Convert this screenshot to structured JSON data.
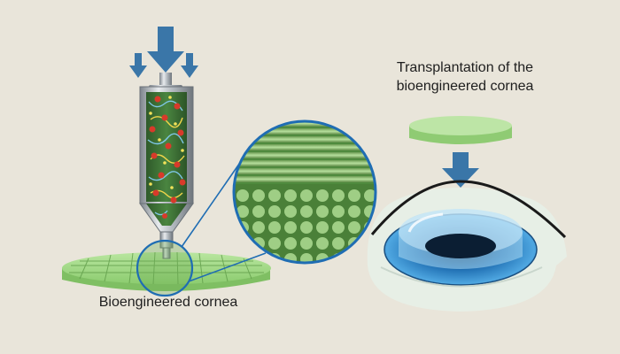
{
  "labels": {
    "transplant_line1": "Transplantation of the",
    "transplant_line2": "bioengineered cornea",
    "bioengineered_cornea": "Bioengineered cornea"
  },
  "colors": {
    "background": "#e9e5da",
    "arrow_blue": "#3a76a8",
    "lens_green": "#a8d88e",
    "fiber_dark_green": "#3d6b2e",
    "magnifier_ring": "#1f6db3",
    "eye_blue": "#2f86c8",
    "syringe_steel": "#9aa0a6"
  },
  "icons": {
    "press_arrows": "down-arrow-icon",
    "transplant_arrow": "down-arrow-icon",
    "magnifier": "magnifier-icon"
  }
}
